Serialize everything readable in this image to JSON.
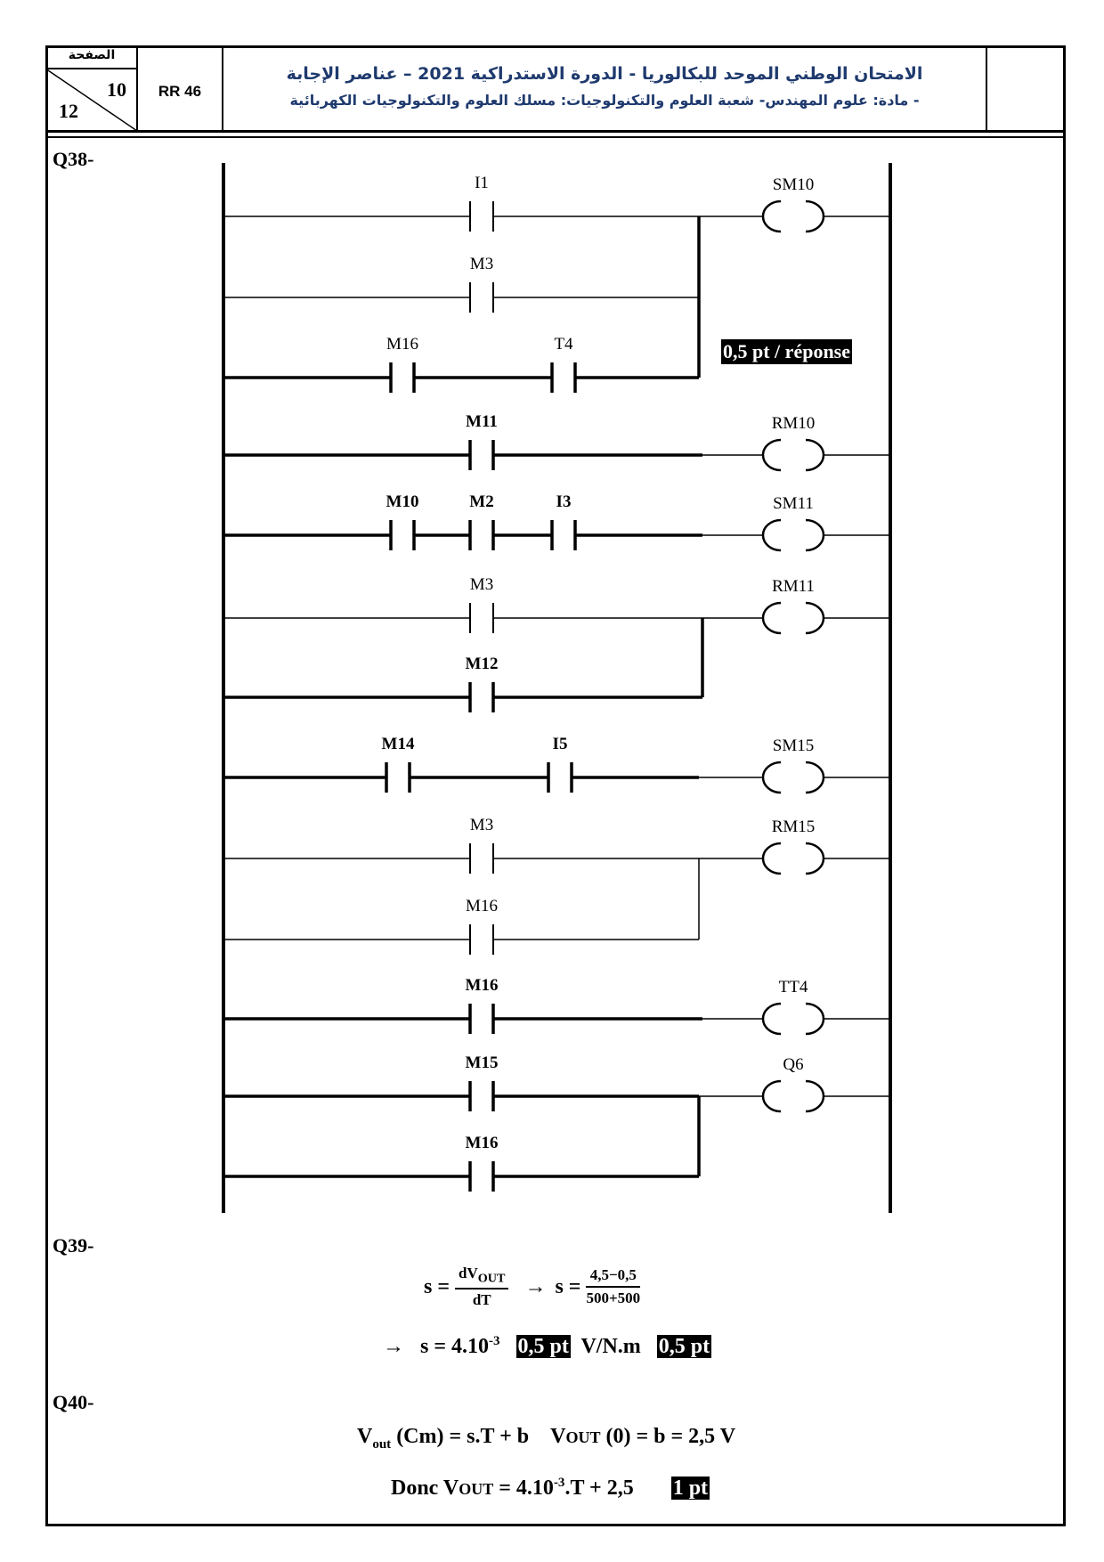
{
  "header": {
    "page_label": "الصفحة",
    "page_current": "10",
    "page_total": "12",
    "code": "RR 46",
    "title": "الامتحان الوطني الموحد للبكالوريا - الدورة الاستدراكية 2021 – عناصر الإجابة",
    "subtitle": "- مادة: علوم المهندس- شعبة العلوم والتكنولوجيات: مسلك العلوم والتكنولوجيات الكهربائية"
  },
  "q38": {
    "label": "Q38-",
    "badge": "0,5 pt / réponse",
    "rungs": [
      {
        "contacts": [
          {
            "label": "I1",
            "bold": false
          }
        ],
        "coil": "SM10",
        "coil_bold": false
      },
      {
        "contacts": [
          {
            "label": "M3",
            "bold": false
          }
        ],
        "coil": null
      },
      {
        "contacts": [
          {
            "label": "M16",
            "bold": false
          },
          {
            "label": "T4",
            "bold": false
          }
        ],
        "coil": null
      },
      {
        "contacts": [
          {
            "label": "M11",
            "bold": true
          }
        ],
        "coil": "RM10"
      },
      {
        "contacts": [
          {
            "label": "M10",
            "bold": true
          },
          {
            "label": "M2",
            "bold": true
          },
          {
            "label": "I3",
            "bold": true
          }
        ],
        "coil": "SM11"
      },
      {
        "contacts": [
          {
            "label": "M3",
            "bold": false
          }
        ],
        "coil": "RM11"
      },
      {
        "contacts": [
          {
            "label": "M12",
            "bold": true
          }
        ],
        "coil": null
      },
      {
        "contacts": [
          {
            "label": "M14",
            "bold": true
          },
          {
            "label": "I5",
            "bold": true
          }
        ],
        "coil": "SM15"
      },
      {
        "contacts": [
          {
            "label": "M3",
            "bold": false
          }
        ],
        "coil": "RM15"
      },
      {
        "contacts": [
          {
            "label": "M16",
            "bold": false
          }
        ],
        "coil": null
      },
      {
        "contacts": [
          {
            "label": "M16",
            "bold": true
          }
        ],
        "coil": "TT4"
      },
      {
        "contacts": [
          {
            "label": "M15",
            "bold": true
          }
        ],
        "coil": "Q6"
      },
      {
        "contacts": [
          {
            "label": "M16",
            "bold": true
          }
        ],
        "coil": null
      }
    ]
  },
  "q39": {
    "label": "Q39-",
    "s_eq": "s =",
    "num1": "dV",
    "num1_sub": "OUT",
    "den1": "dT",
    "arrow": "→",
    "num2": "4,5−0,5",
    "den2": "500+500",
    "result": "s = 4.10",
    "result_exp": "-3",
    "badge1": "0,5 pt",
    "unit": "V/N.m",
    "badge2": "0,5 pt"
  },
  "q40": {
    "label": "Q40-",
    "line1_a": "V",
    "line1_a_sub": "out",
    "line1_b": " (Cm) = s.T + b",
    "line1_c": "V",
    "line1_c_sub": "OUT",
    "line1_d": " (0) = b = 2,5 V",
    "line2_a": "Donc V",
    "line2_sub": "OUT",
    "line2_b": " = 4.10",
    "line2_exp": "-3",
    "line2_c": ".T + 2,5",
    "badge": "1 pt"
  }
}
